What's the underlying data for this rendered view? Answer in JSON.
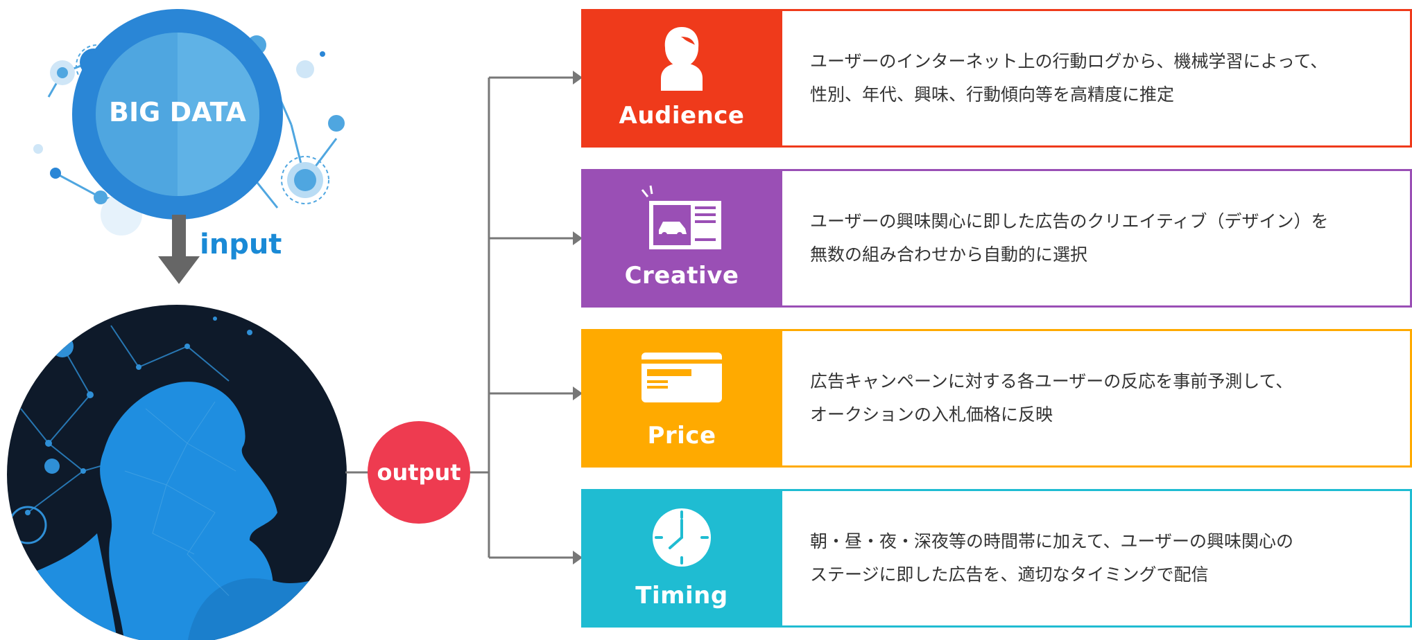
{
  "bigdata": {
    "label": "BIG DATA"
  },
  "input_label": "input",
  "output_label": "output",
  "colors": {
    "audience": "#ef3a1b",
    "creative": "#9a4fb5",
    "price": "#ffaa00",
    "timing": "#1fbcd2",
    "output": "#ee3b50",
    "connector": "#777777",
    "bigdata_dark": "#1f7fd0",
    "bigdata_light": "#4fa6e0",
    "brain_bg": "#0e1a2a",
    "brain_head": "#1f8ee0"
  },
  "rows": [
    {
      "key": "audience",
      "label": "Audience",
      "icon": "person-icon",
      "lines": [
        "ユーザーのインターネット上の行動ログから、機械学習によって、",
        "性別、年代、興味、行動傾向等を高精度に推定"
      ]
    },
    {
      "key": "creative",
      "label": "Creative",
      "icon": "car-ad-icon",
      "lines": [
        "ユーザーの興味関心に即した広告のクリエイティブ（デザイン）を",
        "無数の組み合わせから自動的に選択"
      ]
    },
    {
      "key": "price",
      "label": "Price",
      "icon": "card-icon",
      "lines": [
        "広告キャンペーンに対する各ユーザーの反応を事前予測して、",
        "オークションの入札価格に反映"
      ]
    },
    {
      "key": "timing",
      "label": "Timing",
      "icon": "clock-icon",
      "lines": [
        "朝・昼・夜・深夜等の時間帯に加えて、ユーザーの興味関心の",
        "ステージに即した広告を、適切なタイミングで配信"
      ]
    }
  ]
}
